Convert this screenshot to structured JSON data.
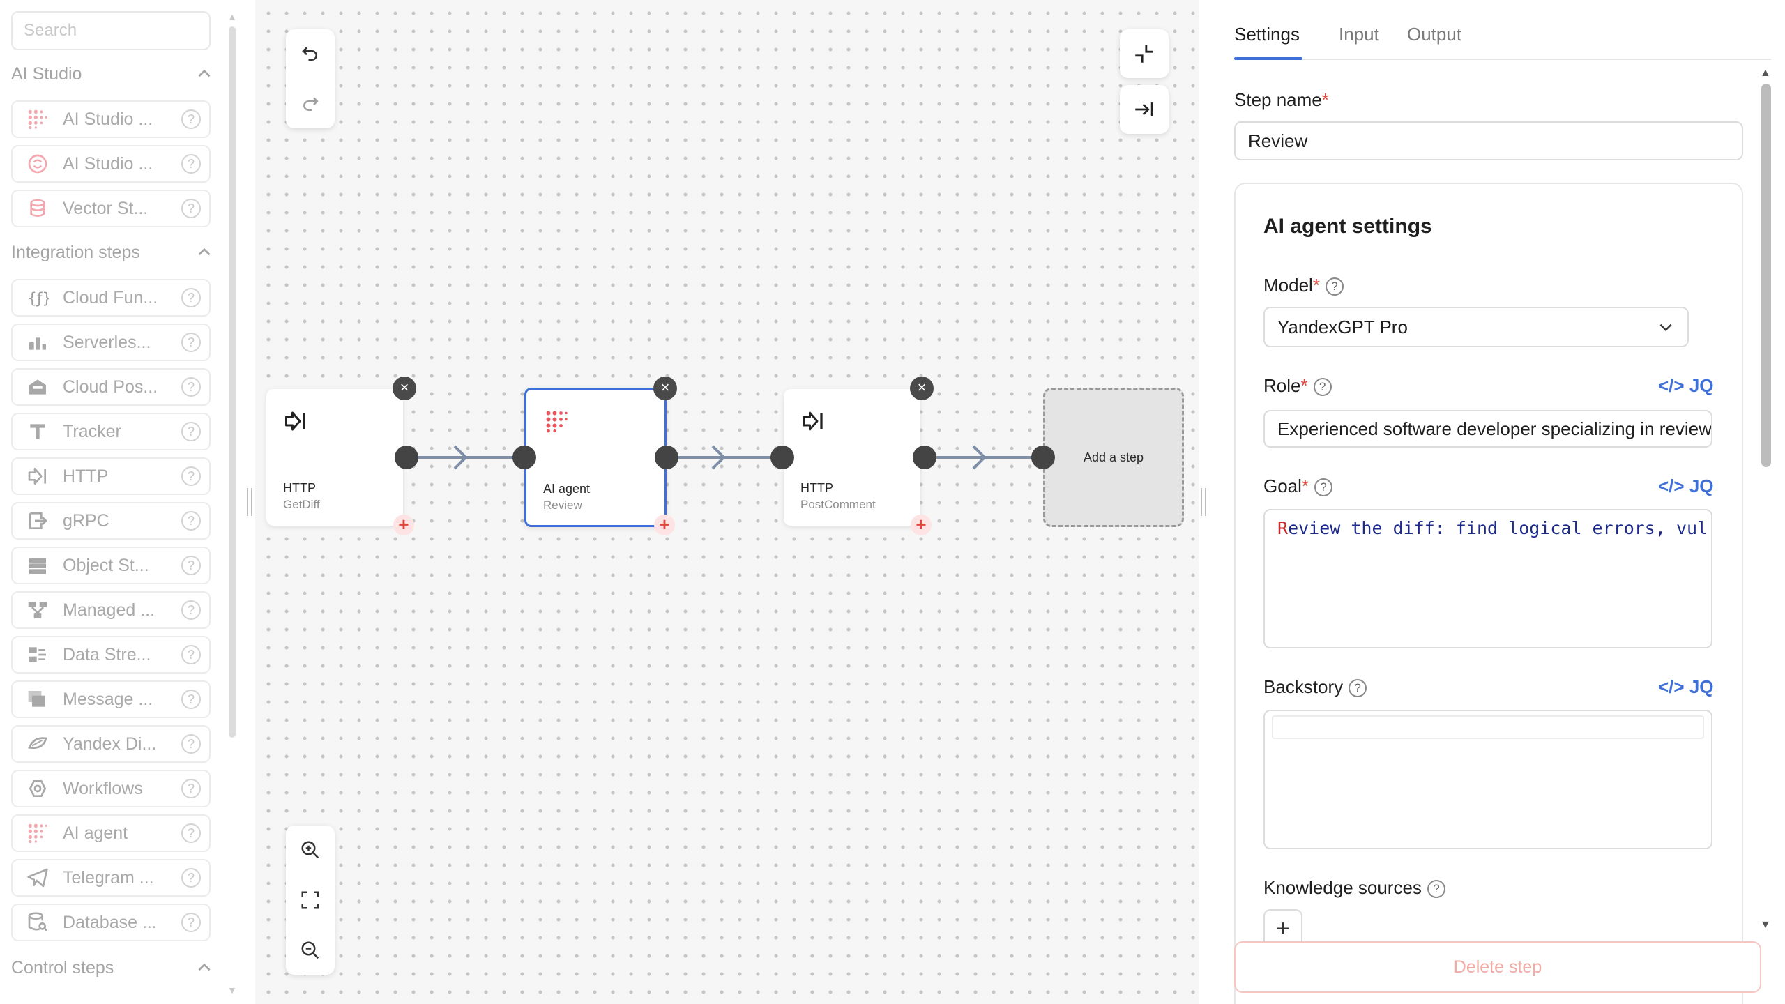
{
  "sidebar": {
    "search_placeholder": "Search",
    "groups": {
      "ai_studio": "AI Studio",
      "integration": "Integration steps",
      "control": "Control steps"
    },
    "items": [
      {
        "label": "AI Studio ...",
        "icon": "ai-studio-dots-icon"
      },
      {
        "label": "AI Studio ...",
        "icon": "ai-studio-brain-icon"
      },
      {
        "label": "Vector St...",
        "icon": "database-icon"
      },
      {
        "label": "Cloud Fun...",
        "icon": "function-icon"
      },
      {
        "label": "Serverles...",
        "icon": "serverless-icon"
      },
      {
        "label": "Cloud Pos...",
        "icon": "postbox-icon"
      },
      {
        "label": "Tracker",
        "icon": "tracker-icon"
      },
      {
        "label": "HTTP",
        "icon": "http-icon"
      },
      {
        "label": "gRPC",
        "icon": "grpc-icon"
      },
      {
        "label": "Object St...",
        "icon": "object-storage-icon"
      },
      {
        "label": "Managed ...",
        "icon": "managed-db-icon"
      },
      {
        "label": "Data Stre...",
        "icon": "data-streams-icon"
      },
      {
        "label": "Message ...",
        "icon": "message-queue-icon"
      },
      {
        "label": "Yandex Di...",
        "icon": "yandex-disk-icon"
      },
      {
        "label": "Workflows",
        "icon": "workflows-icon"
      },
      {
        "label": "AI agent",
        "icon": "ai-agent-icon"
      },
      {
        "label": "Telegram ...",
        "icon": "telegram-icon"
      },
      {
        "label": "Database ...",
        "icon": "database-search-icon"
      }
    ],
    "help_glyph": "?"
  },
  "canvas": {
    "nodes": [
      {
        "type": "HTTP",
        "name": "GetDiff",
        "icon": "http-icon"
      },
      {
        "type": "AI agent",
        "name": "Review",
        "icon": "ai-agent-icon"
      },
      {
        "type": "HTTP",
        "name": "PostComment",
        "icon": "http-icon"
      }
    ],
    "add_step_label": "Add a step",
    "close_glyph": "×",
    "add_glyph": "+"
  },
  "panel": {
    "tabs": [
      "Settings",
      "Input",
      "Output"
    ],
    "active_tab": "Settings",
    "step_name_label": "Step name",
    "step_name_value": "Review",
    "card_title": "AI agent settings",
    "model_label": "Model",
    "model_value": "YandexGPT Pro",
    "role_label": "Role",
    "role_value": "Experienced software developer specializing in review",
    "goal_label": "Goal",
    "goal_value": "Review the diff: find logical errors, vul",
    "backstory_label": "Backstory",
    "knowledge_label": "Knowledge sources",
    "jq_label": "JQ",
    "required_mark": "*",
    "help_glyph": "?",
    "add_glyph": "+",
    "delete_label": "Delete step"
  },
  "colors": {
    "accent": "#3f6fd8",
    "danger": "#e0453c",
    "ai_agent_red": "#e8555e"
  }
}
